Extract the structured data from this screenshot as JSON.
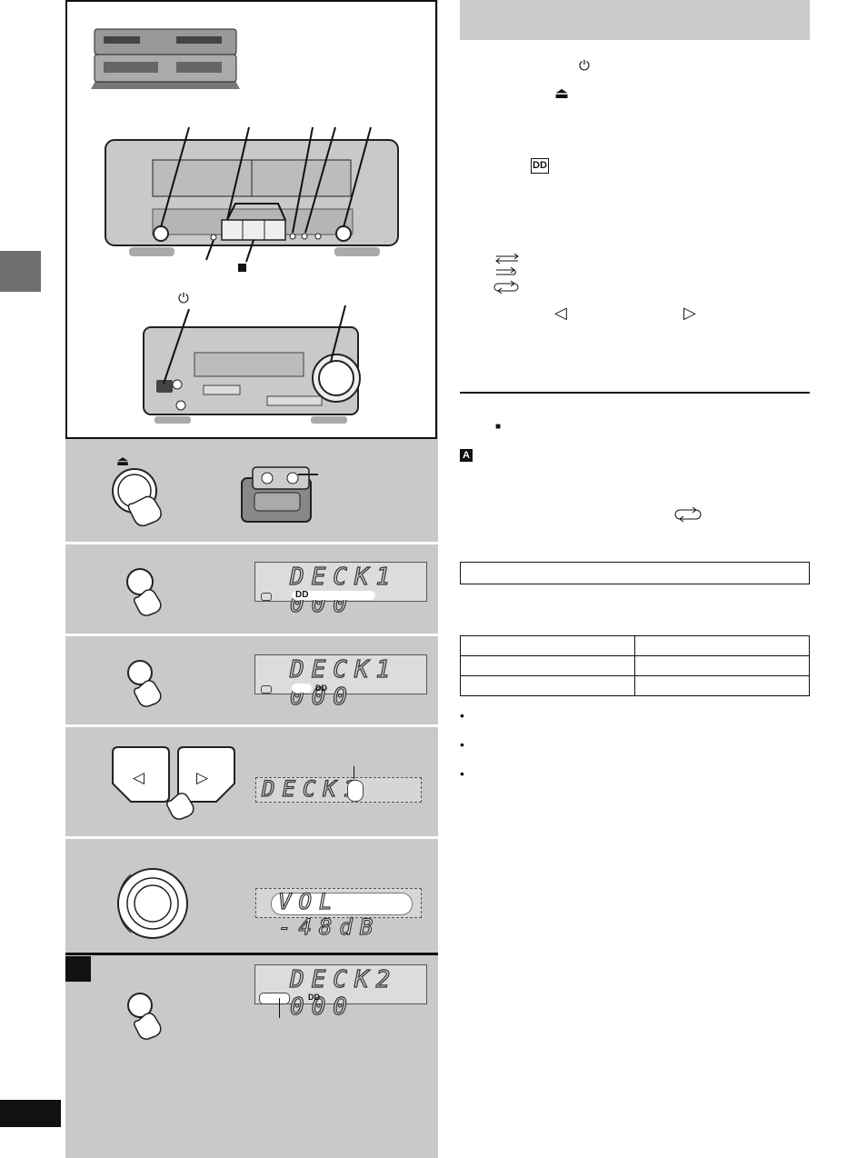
{
  "display": {
    "step2": "DECK1 000",
    "step3": "DECK1 000",
    "step4": "DECK1",
    "step5": "VOL -48dB",
    "step6": "DECK2 000"
  },
  "symbols": {
    "power": "⏻",
    "eject": "⏏",
    "stop": "■",
    "dolby": "DD",
    "arrow_left": "◁",
    "arrow_right": "▷",
    "label_a": "A"
  },
  "colors": {
    "panel_gray": "#c9c9c9",
    "header_gray": "#cccccc",
    "lcd_bg": "#dcdcdc"
  }
}
